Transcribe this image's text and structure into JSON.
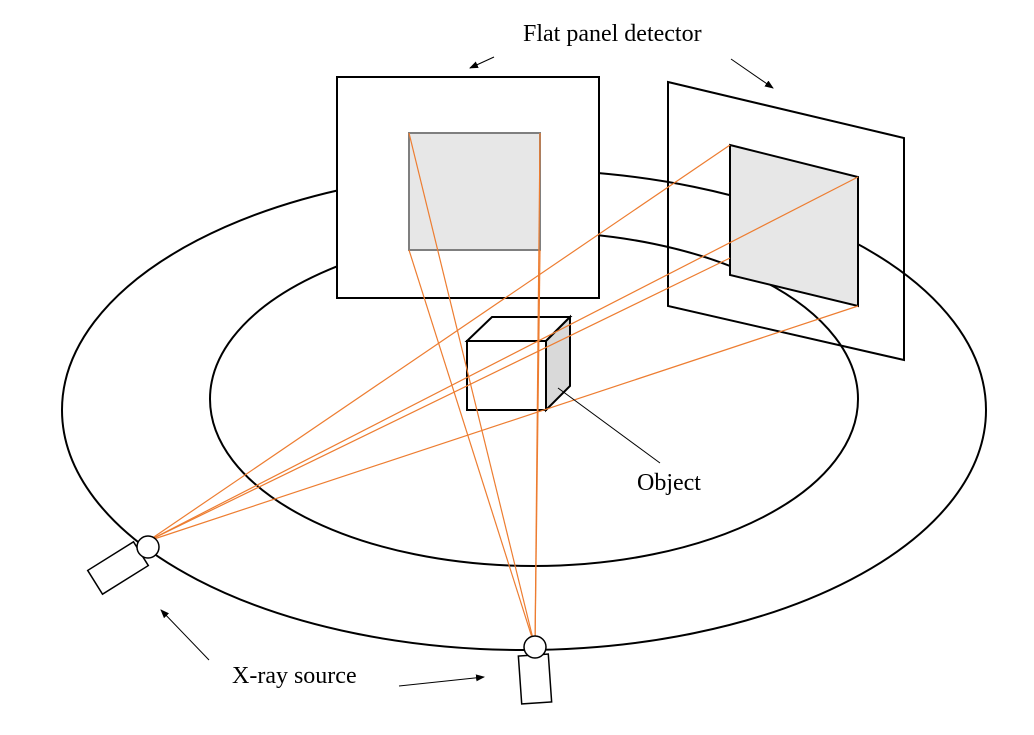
{
  "labels": {
    "detector": "Flat panel detector",
    "object": "Object",
    "source": "X-ray source"
  },
  "colors": {
    "line": "#000000",
    "beam": "#ED7D31",
    "panel_fill": "#E7E7E7",
    "cube_side": "#D9D9D9",
    "detector_border": "#7F7F7F"
  }
}
